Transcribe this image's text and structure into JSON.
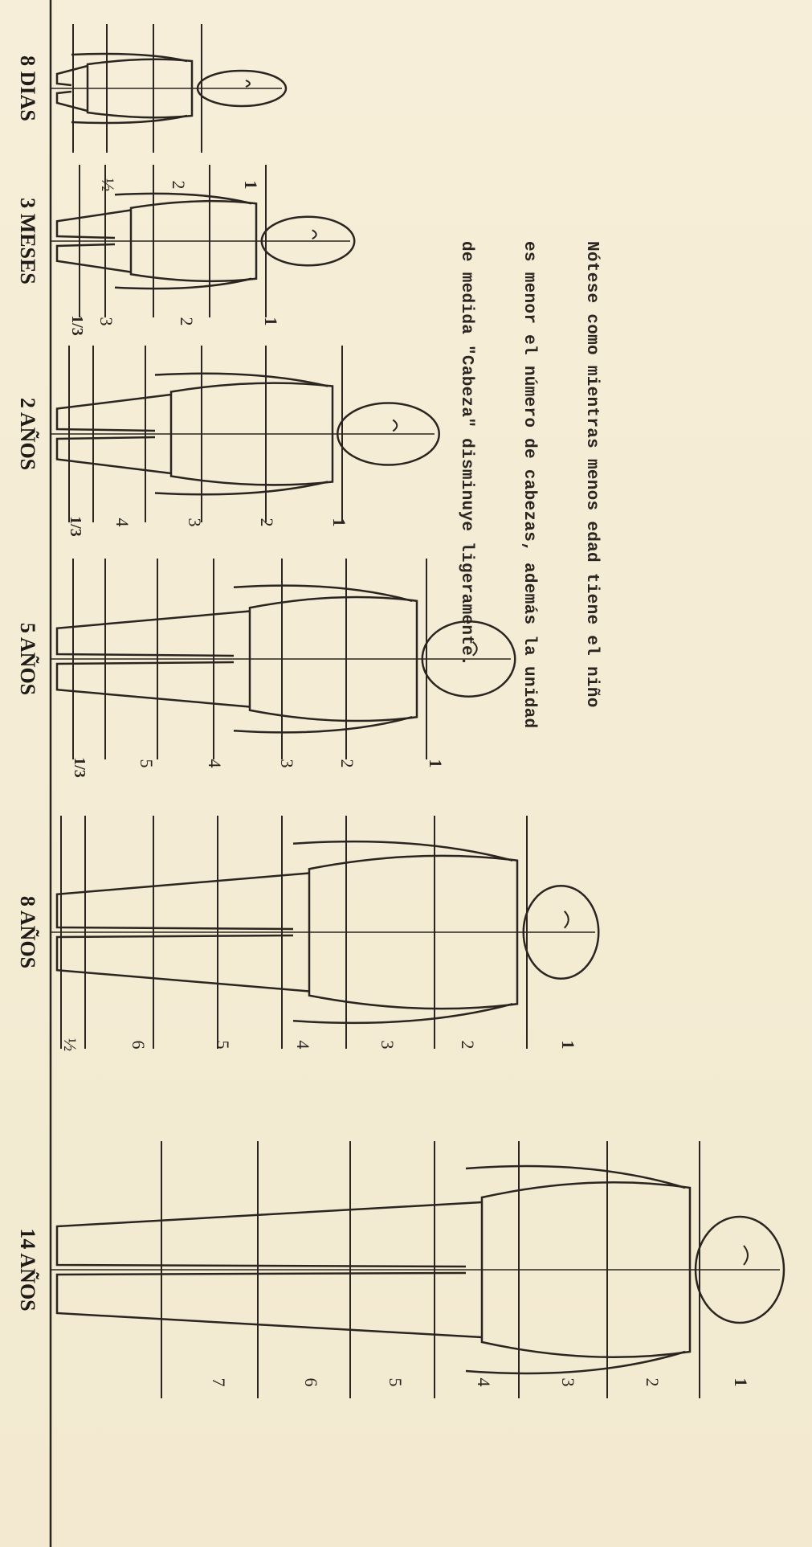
{
  "note": {
    "lines": [
      "Nótese como mientras menos edad tiene el niño",
      "es menor el número de cabezas, además la unidad",
      "de medida \"Cabeza\" disminuye ligeramente."
    ]
  },
  "figures": [
    {
      "age": "8 DIAS",
      "numbers": [
        "1",
        "2",
        "½"
      ]
    },
    {
      "age": "3 MESES",
      "numbers": [
        "1",
        "2",
        "3",
        "1/3"
      ]
    },
    {
      "age": "2 AÑOS",
      "numbers": [
        "1",
        "2",
        "3",
        "4",
        "1/3"
      ]
    },
    {
      "age": "5  AÑOS",
      "numbers": [
        "1",
        "2",
        "3",
        "4",
        "5",
        "1/3"
      ]
    },
    {
      "age": "8 AÑOS",
      "numbers": [
        "1",
        "2",
        "3",
        "4",
        "5",
        "6",
        "½"
      ]
    },
    {
      "age": "14 AÑOS",
      "numbers": [
        "1",
        "2",
        "3",
        "4",
        "5",
        "6",
        "7"
      ]
    }
  ],
  "colors": {
    "paper": "#f4ecd5",
    "ink": "#2a2520"
  }
}
